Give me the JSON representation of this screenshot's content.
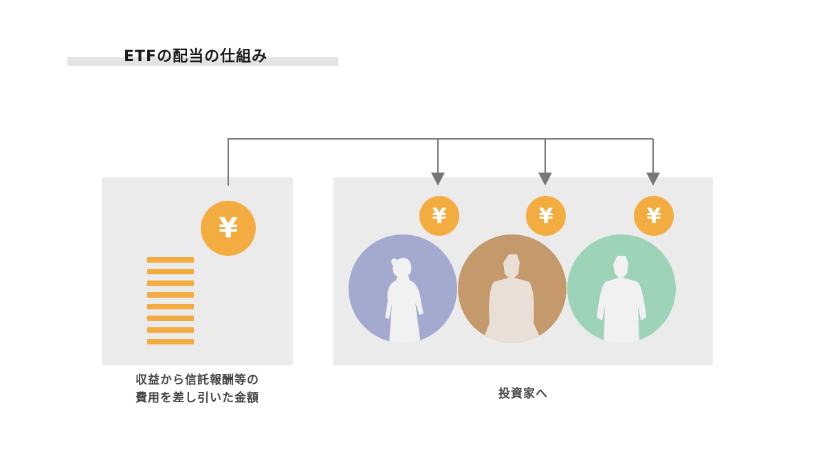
{
  "title": "ETFの配当の仕組み",
  "left_caption": [
    "収益から信託報酬等の",
    "費用を差し引いた金額"
  ],
  "right_caption": "投資家へ",
  "coin_symbol": "¥",
  "colors": {
    "coin": "#f3ac40",
    "panel": "#ebebeb",
    "arrow": "#777777",
    "investor_1": "#a3a9cf",
    "investor_2": "#c49a6c",
    "investor_3": "#9dd3b7"
  },
  "investors": [
    {
      "name": "woman-silhouette",
      "color": "#a3a9cf"
    },
    {
      "name": "man-silhouette",
      "color": "#c49a6c"
    },
    {
      "name": "man-silhouette",
      "color": "#9dd3b7"
    }
  ]
}
